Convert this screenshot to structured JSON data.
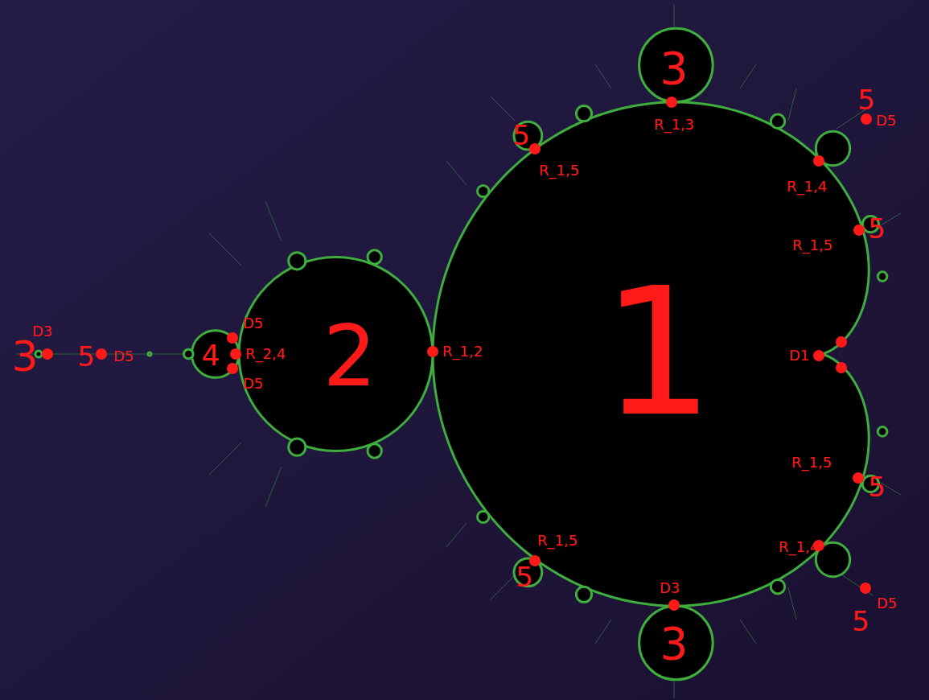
{
  "diagram": {
    "labels": [
      "3",
      "5",
      "R_1,3",
      "D5",
      "5",
      "R_1,5",
      "R_1,4",
      "5",
      "R_1,5",
      "1",
      "2",
      "R_1,2",
      "D5",
      "4",
      "R_2,4",
      "D5",
      "3",
      "D3",
      "5",
      "D5",
      "D1",
      "R_1,5",
      "5",
      "R_1,4",
      "R_1,5",
      "5",
      "D3",
      "3",
      "D5",
      "5"
    ]
  }
}
